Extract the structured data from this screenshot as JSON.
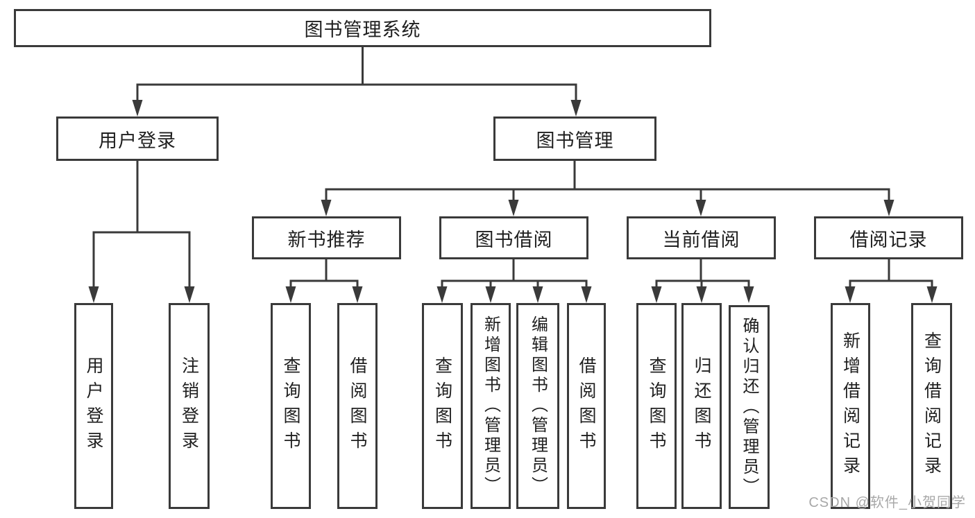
{
  "diagram": {
    "root_label": "图书管理系统",
    "level2": [
      {
        "label": "用户登录",
        "children": [
          "用户登录",
          "注销登录"
        ]
      },
      {
        "label": "图书管理"
      }
    ],
    "level3": [
      {
        "label": "新书推荐",
        "children": [
          "查询图书",
          "借阅图书"
        ]
      },
      {
        "label": "图书借阅",
        "children": [
          "查询图书",
          "新增图书（管理员）",
          "编辑图书（管理员）",
          "借阅图书"
        ]
      },
      {
        "label": "当前借阅",
        "children": [
          "查询图书",
          "归还图书",
          "确认归还（管理员）"
        ]
      },
      {
        "label": "借阅记录",
        "children": [
          "新增借阅记录",
          "查询借阅记录"
        ]
      }
    ]
  },
  "watermark": "CSDN @软件_小贺同学",
  "colors": {
    "line": "#3a3a3a",
    "text": "#1f1f1f",
    "watermark": "#a8a8a8",
    "background": "#ffffff"
  }
}
